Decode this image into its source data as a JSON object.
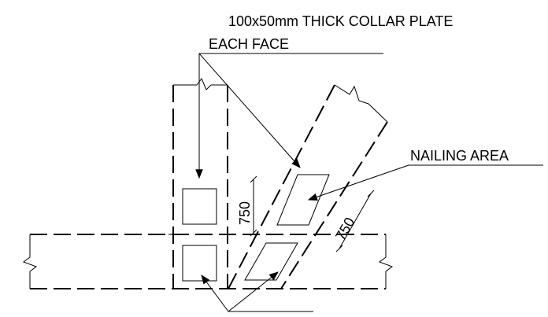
{
  "labels": {
    "collar_plate": "100x50mm THICK COLLAR PLATE",
    "each_face": "EACH FACE",
    "nailing_area": "NAILING AREA",
    "dim_vertical": "750",
    "dim_diagonal": "750"
  },
  "colors": {
    "line": "#000000",
    "background": "#ffffff"
  }
}
